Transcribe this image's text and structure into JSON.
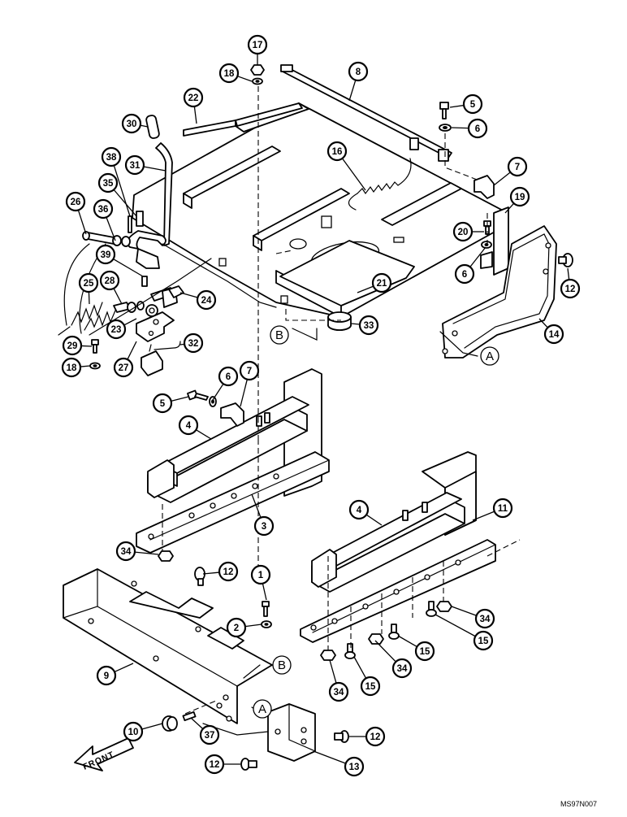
{
  "diagram": {
    "drawing_code": "MS97N007",
    "front_label": "FRONT",
    "reference_letters": [
      "A",
      "B"
    ],
    "callouts": [
      "1",
      "2",
      "3",
      "4",
      "5",
      "6",
      "7",
      "8",
      "9",
      "10",
      "11",
      "12",
      "13",
      "14",
      "15",
      "16",
      "17",
      "18",
      "19",
      "20",
      "21",
      "22",
      "23",
      "24",
      "25",
      "26",
      "27",
      "28",
      "29",
      "30",
      "31",
      "32",
      "33",
      "34",
      "35",
      "36",
      "37",
      "38",
      "39"
    ]
  }
}
